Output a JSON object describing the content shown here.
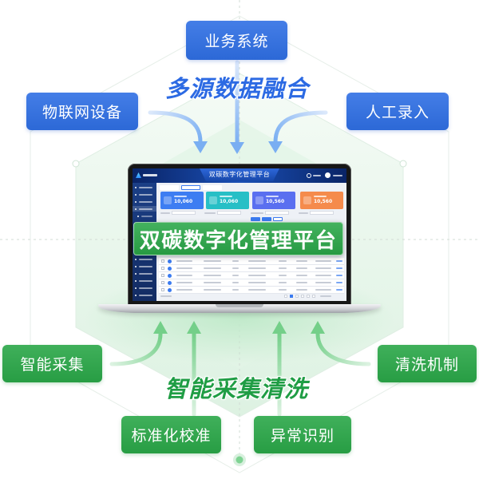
{
  "diagram": {
    "fusion_title": "多源数据融合",
    "cleaning_title": "智能采集清洗",
    "platform_label": "双碳数字化管理平台",
    "sources": [
      {
        "label": "业务系统"
      },
      {
        "label": "物联网设备"
      },
      {
        "label": "人工录入"
      }
    ],
    "processes": [
      {
        "label": "智能采集"
      },
      {
        "label": "清洗机制"
      },
      {
        "label": "标准化校准"
      },
      {
        "label": "异常识别"
      }
    ]
  },
  "screen": {
    "header_title": "双碳数字化管理平台",
    "stat_cards": [
      {
        "value": "10,060",
        "color": "#3d7df2"
      },
      {
        "value": "10,060",
        "color": "#27bfc6"
      },
      {
        "value": "10,560",
        "color": "#5a6ff0"
      },
      {
        "value": "10,560",
        "color": "#f58b4c"
      }
    ]
  },
  "colors": {
    "source_blue": "#2f6fe4",
    "process_green": "#2aa748",
    "fusion_title": "#2c6ae3",
    "cleaning_title": "#1f9d44"
  }
}
